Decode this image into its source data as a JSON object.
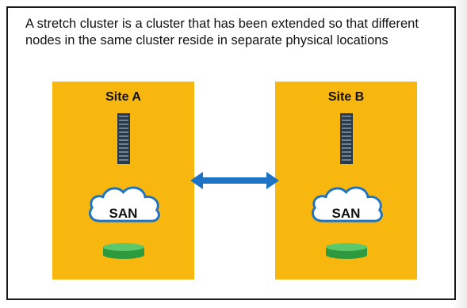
{
  "description": "A stretch cluster is a cluster that has been extended so that different nodes in the same cluster reside in separate physical locations",
  "sites": [
    {
      "title": "Site A",
      "storage_label": "SAN"
    },
    {
      "title": "Site B",
      "storage_label": "SAN"
    }
  ],
  "icons": {
    "server": "server-rack-icon",
    "cloud": "cloud-icon",
    "disk": "storage-disk-icon",
    "link": "bidirectional-arrow-icon"
  },
  "colors": {
    "site_fill": "#f8b70f",
    "arrow": "#1e73c4",
    "disk": "#3fb549",
    "server": "#2b3a48"
  }
}
